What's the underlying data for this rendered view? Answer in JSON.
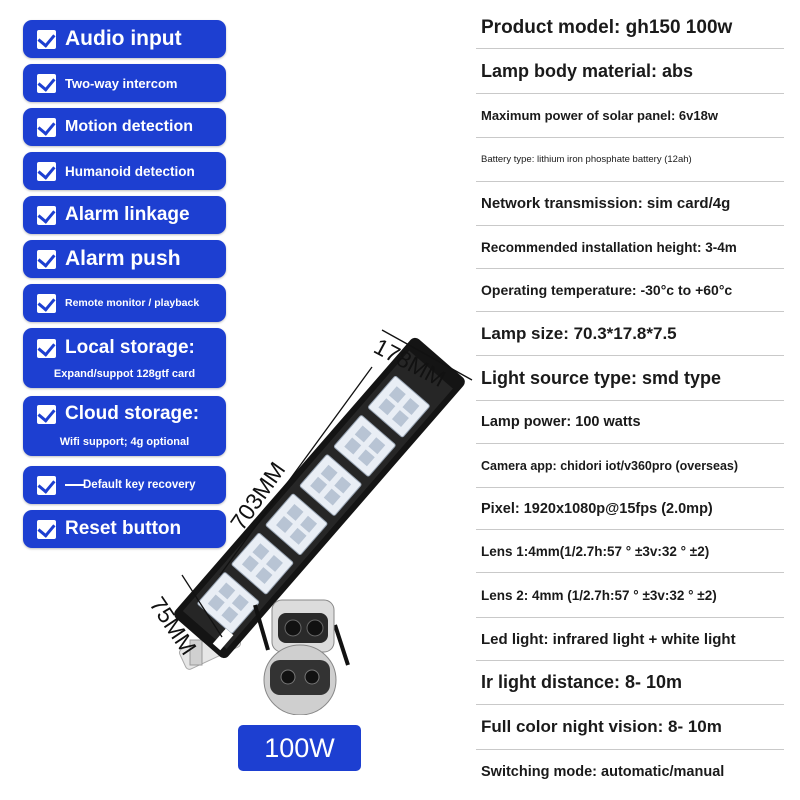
{
  "features": [
    {
      "label": "Audio input",
      "icon": "checkmark-icon"
    },
    {
      "label": "Two-way intercom",
      "icon": "checkmark-icon"
    },
    {
      "label": "Motion detection",
      "icon": "checkmark-icon"
    },
    {
      "label": "Humanoid detection",
      "icon": "checkmark-icon"
    },
    {
      "label": "Alarm linkage",
      "icon": "checkmark-icon"
    },
    {
      "label": "Alarm push",
      "icon": "checkmark-icon"
    },
    {
      "label": "Remote monitor / playback",
      "icon": "checkmark-icon"
    },
    {
      "label": "Local storage:",
      "sub": "Expand/suppot 128gtf card",
      "icon": "checkmark-icon"
    },
    {
      "label": "Cloud storage:",
      "sub": "Wifi support; 4g optional",
      "icon": "checkmark-icon"
    },
    {
      "label": "Default key recovery",
      "icon": "checkmark-icon"
    },
    {
      "label": "Reset button",
      "icon": "checkmark-icon"
    }
  ],
  "specs": [
    "Product model: gh150 100w",
    "Lamp body material: abs",
    "Maximum power of solar panel: 6v18w",
    "Battery type: lithium iron phosphate battery (12ah)",
    "Network transmission: sim card/4g",
    "Recommended installation height: 3-4m",
    "Operating temperature: -30°c to +60°c",
    "Lamp size: 70.3*17.8*7.5",
    "Light source type: smd type",
    "Lamp power: 100 watts",
    "Camera app: chidori iot/v360pro (overseas)",
    "Pixel: 1920x1080p@15fps (2.0mp)",
    "Lens 1:4mm(1/2.7h:57 ° ±3v:32 ° ±2)",
    "Lens 2: 4mm (1/2.7h:57 ° ±3v:32 ° ±2)",
    "Led light: infrared light + white light",
    "Ir light distance: 8- 10m",
    "Full color night vision: 8- 10m",
    "Switching mode: automatic/manual"
  ],
  "dimensions": {
    "width": "178MM",
    "length": "703MM",
    "depth": "75MM"
  },
  "power_badge": "100W",
  "colors": {
    "badge_blue": "#1d3fd1",
    "lamp_black": "#141414"
  }
}
